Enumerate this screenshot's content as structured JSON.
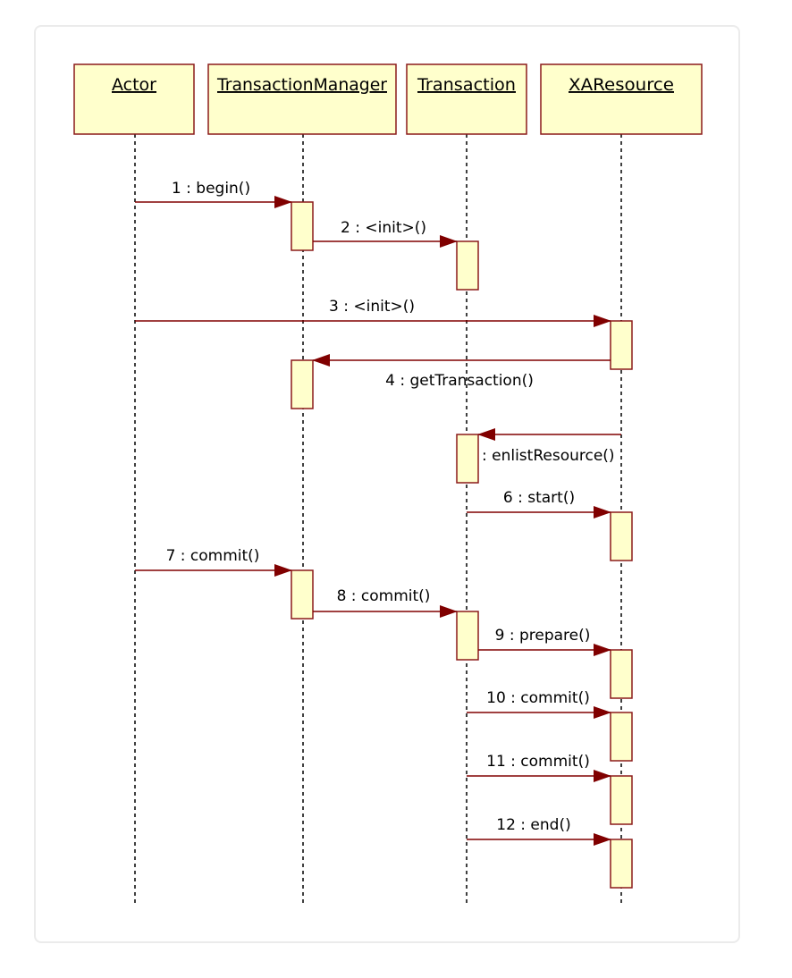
{
  "colors": {
    "box_fill": "#ffffcc",
    "box_stroke": "#8b1a1a",
    "arrow": "#800000",
    "lifeline": "#000000",
    "frame_border": "#ebebeb"
  },
  "participants": [
    {
      "id": "actor",
      "label": "Actor"
    },
    {
      "id": "transaction-manager",
      "label": "TransactionManager"
    },
    {
      "id": "transaction",
      "label": "Transaction"
    },
    {
      "id": "xaresource",
      "label": "XAResource"
    }
  ],
  "messages": [
    {
      "id": "m1",
      "label": "1 : begin()",
      "from": "actor",
      "to": "transaction-manager"
    },
    {
      "id": "m2",
      "label": "2 : <init>()",
      "from": "transaction-manager",
      "to": "transaction"
    },
    {
      "id": "m3",
      "label": "3 : <init>()",
      "from": "actor",
      "to": "xaresource"
    },
    {
      "id": "m4",
      "label": "4 : getTransaction()",
      "from": "xaresource",
      "to": "transaction-manager"
    },
    {
      "id": "m5",
      "label": ": enlistResource()",
      "from": "xaresource",
      "to": "transaction"
    },
    {
      "id": "m6",
      "label": "6 : start()",
      "from": "transaction",
      "to": "xaresource"
    },
    {
      "id": "m7",
      "label": "7 : commit()",
      "from": "actor",
      "to": "transaction-manager"
    },
    {
      "id": "m8",
      "label": "8 : commit()",
      "from": "transaction-manager",
      "to": "transaction"
    },
    {
      "id": "m9",
      "label": "9 : prepare()",
      "from": "transaction",
      "to": "xaresource"
    },
    {
      "id": "m10",
      "label": "10 : commit()",
      "from": "transaction",
      "to": "xaresource"
    },
    {
      "id": "m11",
      "label": "11 : commit()",
      "from": "transaction",
      "to": "xaresource"
    },
    {
      "id": "m12",
      "label": "12 : end()",
      "from": "transaction",
      "to": "xaresource"
    }
  ]
}
